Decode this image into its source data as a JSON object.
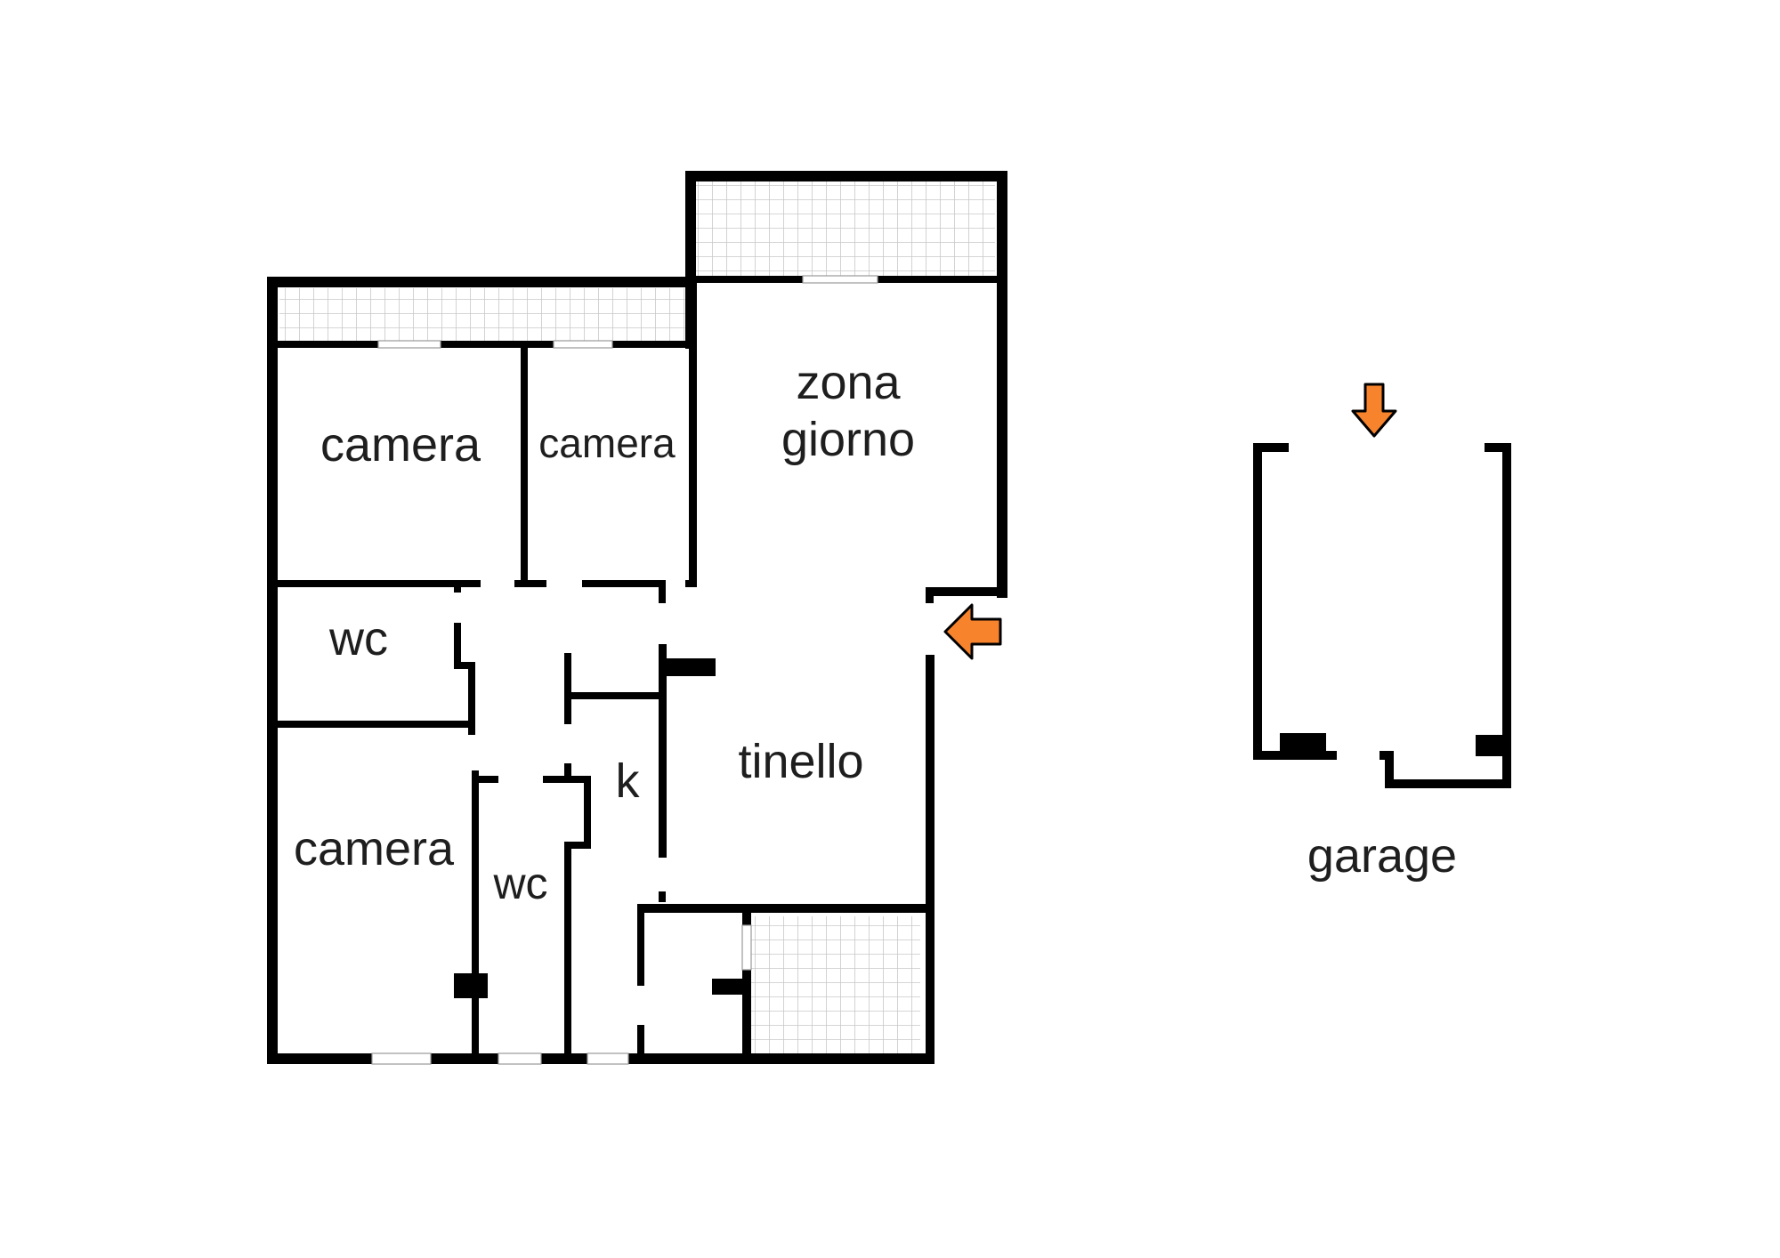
{
  "rooms": {
    "camera_top_left": "camera",
    "camera_top_middle": "camera",
    "zona_giorno_line1": "zona",
    "zona_giorno_line2": "giorno",
    "wc_top": "wc",
    "wc_bottom": "wc",
    "kitchen": "k",
    "camera_bottom_left": "camera",
    "tinello": "tinello",
    "garage": "garage"
  },
  "icons": {
    "entrance_arrow": "arrow-left-icon",
    "garage_arrow": "arrow-down-icon"
  },
  "colors": {
    "wall": "#000000",
    "arrow": "#f7842c",
    "tile_grid": "#c8c8c8",
    "text": "#1e1e1e"
  }
}
